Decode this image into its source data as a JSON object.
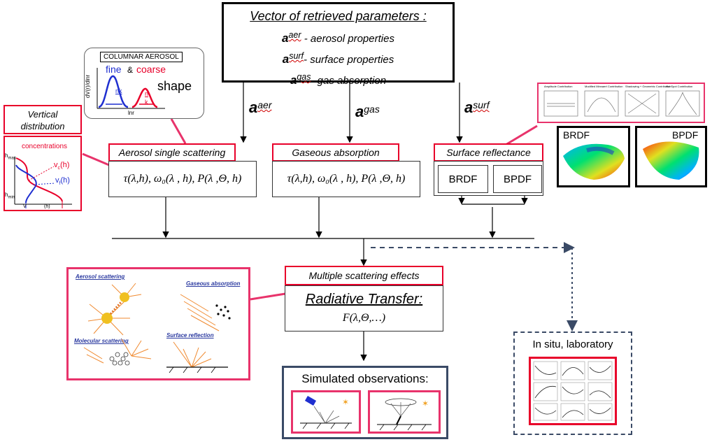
{
  "vector": {
    "title": "Vector of retrieved parameters :",
    "aer_sym": "a",
    "aer_sup": "aer",
    "aer_text": " - aerosol properties",
    "surf_sym": "a",
    "surf_sup": "surf",
    "surf_text": "- surface properties",
    "gas_sym": "a",
    "gas_sup": "gas",
    "gas_text": "- gas absorption"
  },
  "arrows": {
    "aer_sym": "a",
    "aer_sup": "aer",
    "gas_sym": "a",
    "gas_sup": "gas",
    "surf_sym": "a",
    "surf_sup": "surf"
  },
  "columnar": {
    "title": "COLUMNAR AEROSOL",
    "fine": "fine",
    "amp": "&",
    "coarse": "coarse",
    "shape": "shape",
    "ylabel": "dV(r)/dlnr",
    "xlabel": "lnr",
    "nk": "nk",
    "n": "n",
    "k": "k"
  },
  "vertical": {
    "title_l1": "Vertical",
    "title_l2": "distribution",
    "concentrations": "concentrations",
    "hmax": "h",
    "hmax_sub": "max",
    "hmin": "h",
    "hmin_sub": "min",
    "vc": "v",
    "vc_sub": "c",
    "vc_tail": "(h)",
    "vf": "v",
    "vf_sub": "f",
    "vf_tail": "(h)",
    "xlab": "V",
    "xlab2": "(h)"
  },
  "aerosol_box": {
    "title": "Aerosol single scattering",
    "formula": "τ(λ,h), ω₀(λ , h), P(λ ,Θ, h)"
  },
  "gas_box": {
    "title": "Gaseous absorption",
    "formula": "τ(λ,h), ω₀(λ , h), P(λ ,Θ, h)"
  },
  "surface_box": {
    "title": "Surface reflectance",
    "brdf": "BRDF",
    "bpdf": "BPDF"
  },
  "surface_images": {
    "brdf": "BRDF",
    "bpdf": "BPDF",
    "panel_titles": [
      "Amplitude Contribution",
      "Modified Minnaert Contribution",
      "Shadowing + Geometric Contribution",
      "Hot Spot Contribution"
    ]
  },
  "multiple": {
    "title": "Multiple scattering effects",
    "rt": "Radiative Transfer:",
    "formula": "F(λ,Θ,…)"
  },
  "effects": {
    "aerosol": "Aerosol scattering",
    "gaseous": "Gaseous absorption",
    "molecular": "Molecular scattering",
    "surface": "Surface  reflection"
  },
  "simulated": {
    "title": "Simulated observations:"
  },
  "insitu": {
    "title": "In situ, laboratory"
  },
  "colors": {
    "red": "#e8002a",
    "pink": "#e8336b",
    "navy": "#3a4a66",
    "orange": "#f08a30",
    "blue": "#1f2fd0"
  }
}
